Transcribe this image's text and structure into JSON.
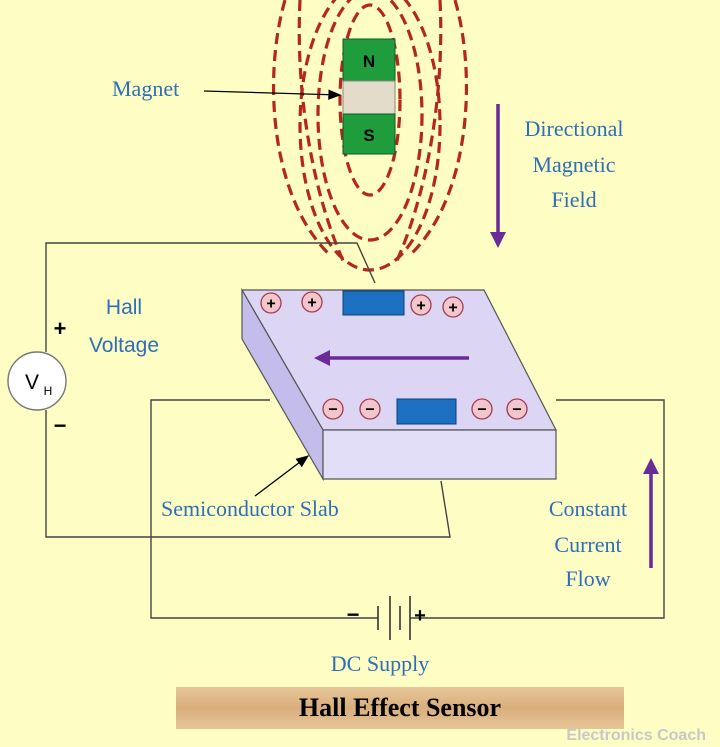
{
  "title": "Hall Effect Sensor",
  "watermark": "Electronics Coach",
  "labels": {
    "magnet": "Magnet",
    "magnet_north": "N",
    "magnet_south": "S",
    "directional_field": [
      "Directional",
      "Magnetic",
      "Field"
    ],
    "hall_voltage": [
      "Hall",
      "Voltage"
    ],
    "voltmeter": "V",
    "voltmeter_sub": "H",
    "plus": "+",
    "minus": "−",
    "semiconductor_slab": "Semiconductor Slab",
    "constant_current": [
      "Constant",
      "Current",
      "Flow"
    ],
    "dc_supply": "DC Supply"
  },
  "charges": {
    "positive_symbol": "+",
    "negative_symbol": "−",
    "positive_count": 4,
    "negative_count": 4
  },
  "colors": {
    "background": "#fefdc3",
    "label_blue": "#2e6fb8",
    "field_lines": "#b5261e",
    "arrows": "#6a2a98",
    "slab_top": "#dcd6f4",
    "magnet_green": "#1f9c3c",
    "contact_blue": "#1d6fc1"
  }
}
